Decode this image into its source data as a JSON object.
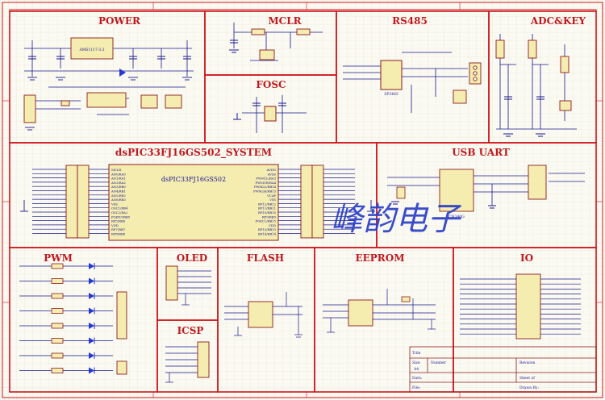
{
  "sections": {
    "power": "POWER",
    "mclr": "MCLR",
    "rs485": "RS485",
    "adc_key": "ADC&KEY",
    "fosc": "FOSC",
    "system": "dsPIC33FJ16GS502_SYSTEM",
    "usb_uart": "USB UART",
    "pwm": "PWM",
    "oled": "OLED",
    "flash": "FLASH",
    "eeprom": "EEPROM",
    "io": "IO",
    "icsp": "ICSP"
  },
  "mcu": {
    "name": "dsPIC33FJ16GS502",
    "left_pins": [
      "MCLR",
      "AN0/RA0",
      "AN1/RA1",
      "AN2/RA2",
      "AN3/RB0",
      "AN4/RB1",
      "AN5/RB2",
      "AN6/RB3",
      "VSS",
      "OSC1/RB4",
      "OSC2/RA2",
      "PGED3/RB5",
      "RP5/RB6",
      "VDD",
      "RP7/RB7",
      "RP8/RB8"
    ],
    "right_pins": [
      "AVDD",
      "AVSS",
      "PWM1L/RA3",
      "PWM1H/RA4",
      "PWM2L/RB14",
      "PWM2H/RB13",
      "VCAP",
      "VSS",
      "RP12/RB12",
      "RP11/RB11",
      "RP10/RB10",
      "RP9/RB9",
      "PGEC1/RB15",
      "VDD",
      "RP15/RB15",
      "RP14/RB14"
    ]
  },
  "rs485_chip": "SP3485",
  "usb_chip": "CH340G",
  "regulator": "AMS1117-3.3",
  "watermark": "峰韵电子",
  "title_block": {
    "title": "Title",
    "size_label": "Size",
    "size": "A4",
    "number_label": "Number",
    "revision_label": "Revision",
    "date_label": "Date:",
    "file_label": "File:",
    "sheet_label": "Sheet of",
    "drawn_label": "Drawn By:"
  },
  "colors": {
    "border": "#d0141b",
    "title_text": "#c0181e",
    "wire": "#17178f",
    "component": "#8a1c1c",
    "fill": "#f5ecb0",
    "grid": "#e7e3cf",
    "watermark": "#2a3fc8",
    "led": "#2438d8"
  }
}
